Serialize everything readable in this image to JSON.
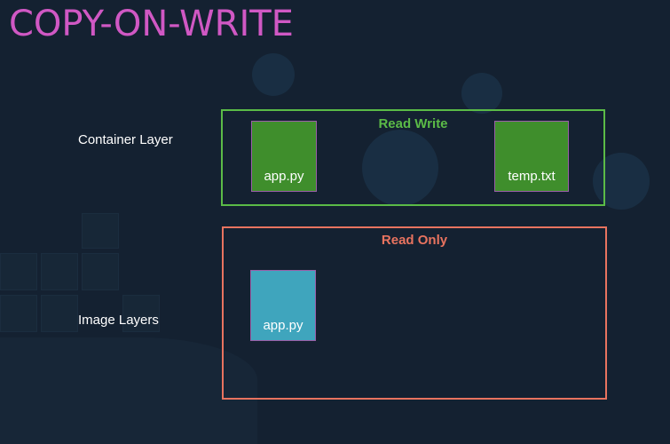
{
  "title": "COPY-ON-WRITE",
  "colors": {
    "title": "#d058c4",
    "read_write": "#5bbb47",
    "read_only": "#e8735f",
    "file_green": "#3f8e2c",
    "file_blue": "#3fa5bd",
    "file_border": "#9a5fa8"
  },
  "labels": {
    "container_layer": "Container Layer",
    "image_layers": "Image Layers"
  },
  "container_box": {
    "label": "Read Write",
    "files": [
      {
        "name": "app.py"
      },
      {
        "name": "temp.txt"
      }
    ]
  },
  "image_box": {
    "label": "Read Only",
    "files": [
      {
        "name": "app.py"
      }
    ]
  }
}
